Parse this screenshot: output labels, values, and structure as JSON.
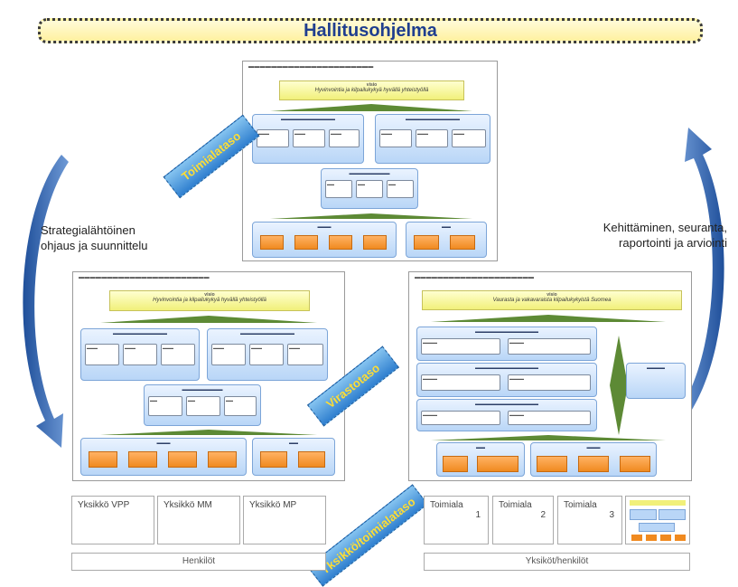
{
  "title": "Hallitusohjelma",
  "left_caption": [
    "Strategialähtöinen",
    "ohjaus ja suunnittelu"
  ],
  "right_caption": [
    "Kehittäminen, seuranta,",
    "raportointi ja arviointi"
  ],
  "levels": {
    "top": "Toimialataso",
    "middle": "Virastotaso",
    "bottom": "Yksikkö/toimialataso"
  },
  "units_left": [
    "Yksikkö VPP",
    "Yksikkö MM",
    "Yksikkö MP"
  ],
  "units_right": [
    {
      "name": "Toimiala",
      "num": "1"
    },
    {
      "name": "Toimiala",
      "num": "2"
    },
    {
      "name": "Toimiala",
      "num": "3"
    }
  ],
  "people_left": "Henkilöt",
  "people_right": "Yksiköt/henkilöt",
  "top_panel": {
    "vision_key": "visio",
    "vision": "Hyvinvointia ja kilpailukykyä hyvällä yhteistyöllä"
  },
  "left_panel": {
    "vision_key": "visio",
    "vision": "Hyvinvointia ja kilpailukykyä hyvällä yhteistyöllä"
  },
  "right_panel": {
    "vision_key": "visio",
    "vision": "Vaurasta ja vakavaraista kilpailukykyistä Suomea"
  },
  "colors": {
    "title_text": "#1f3e8f",
    "blue_box": "#b9d6f7",
    "orange_box": "#f08a20",
    "vision_fill": "#f1f07a",
    "arrow": "#2f5fa6",
    "level_banner": "#2f7fcf"
  }
}
